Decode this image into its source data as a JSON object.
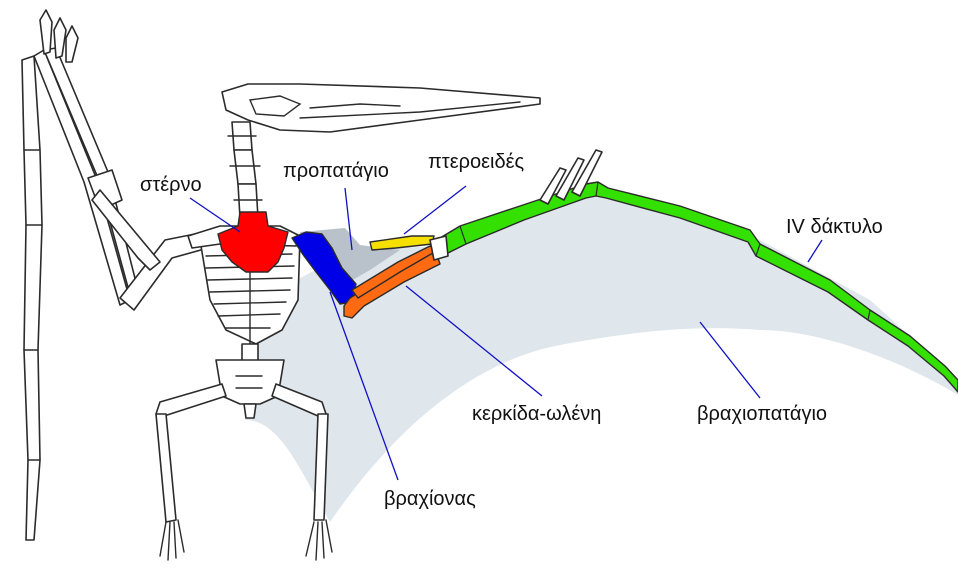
{
  "labels": {
    "sternum": "στέρνο",
    "propatagium": "προπατάγιο",
    "pteroid": "πτεροειδές",
    "fourth_digit": "IV δάκτυλο",
    "radius_ulna": "κερκίδα-ωλένη",
    "brachiopatagium": "βραχιοπατάγιο",
    "humerus": "βραχίονας"
  },
  "colors": {
    "sternum": "#ff0000",
    "humerus": "#0000e6",
    "radius_ulna": "#ff6a12",
    "pteroid": "#f6e000",
    "fourth_digit": "#33e000",
    "membrane": "#dfe6ec",
    "propatagium_membrane": "#b9c2cb",
    "leader_line": "#1010c8"
  }
}
